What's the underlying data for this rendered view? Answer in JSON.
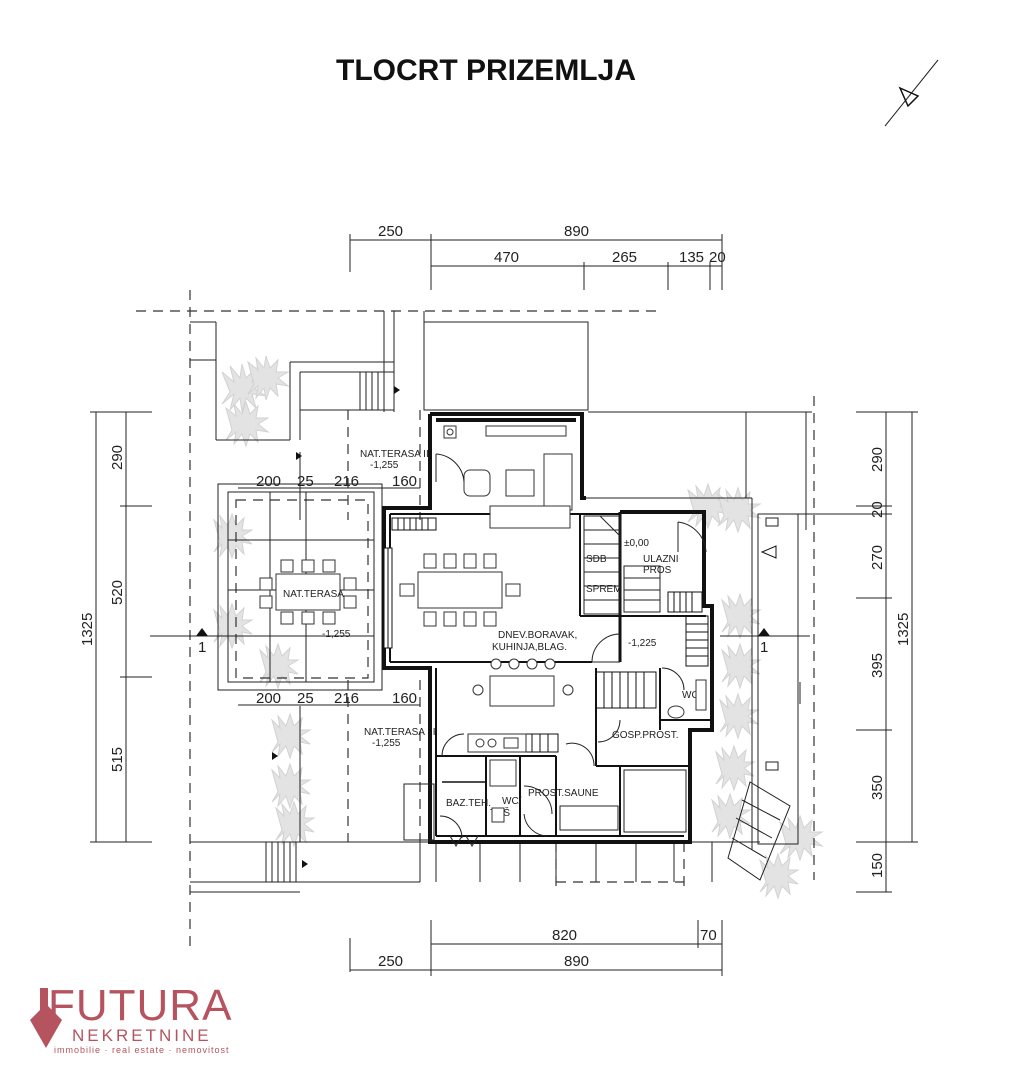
{
  "title": "TLOCRT PRIZEMLJA",
  "dimensions": {
    "top": {
      "left": "250",
      "main": "890",
      "seg1": "470",
      "seg2": "265",
      "seg3": "135",
      "seg4": "20"
    },
    "bottom": {
      "main": "820",
      "right": "70",
      "left": "250",
      "total": "890"
    },
    "left": {
      "d1": "290",
      "d2": "520",
      "d3": "515",
      "total": "1325"
    },
    "right": {
      "d1": "290",
      "d2": "20",
      "d3": "270",
      "d4": "395",
      "d5": "350",
      "d6": "150",
      "total": "1325"
    },
    "terrace_upper": {
      "a": "200",
      "b": "25",
      "c": "216",
      "d": "160"
    },
    "terrace_lower": {
      "a": "200",
      "b": "25",
      "c": "216",
      "d": "160"
    }
  },
  "rooms": {
    "terasa2_name": "NAT.TERASA II",
    "terasa2_level": "-1,255",
    "terasa_name": "NAT.TERASA",
    "terasa_level": "-1,255",
    "terasa3_name": "NAT.TERASA III",
    "terasa3_level": "-1,255",
    "ulaz_level": "±0,00",
    "ulaz_name_1": "ULAZNI",
    "ulaz_name_2": "PROS",
    "stair_label_1": "SDB",
    "stair_label_2": "SPREM",
    "living_1": "DNEV.BORAVAK,",
    "living_2": "KUHINJA,BLAG.",
    "hall_level": "-1,225",
    "wc": "WC",
    "gosp": "GOSP.PROST.",
    "baz": "BAZ.TEH.",
    "wc_tus_1": "WC/",
    "wc_tus_2": "TUŠ",
    "sauna": "PROST.SAUNE",
    "section_mark": "1"
  },
  "logo": {
    "name": "FUTURA",
    "sub": "NEKRETNINE",
    "tagline": "immobilie · real estate · nemovitost"
  }
}
